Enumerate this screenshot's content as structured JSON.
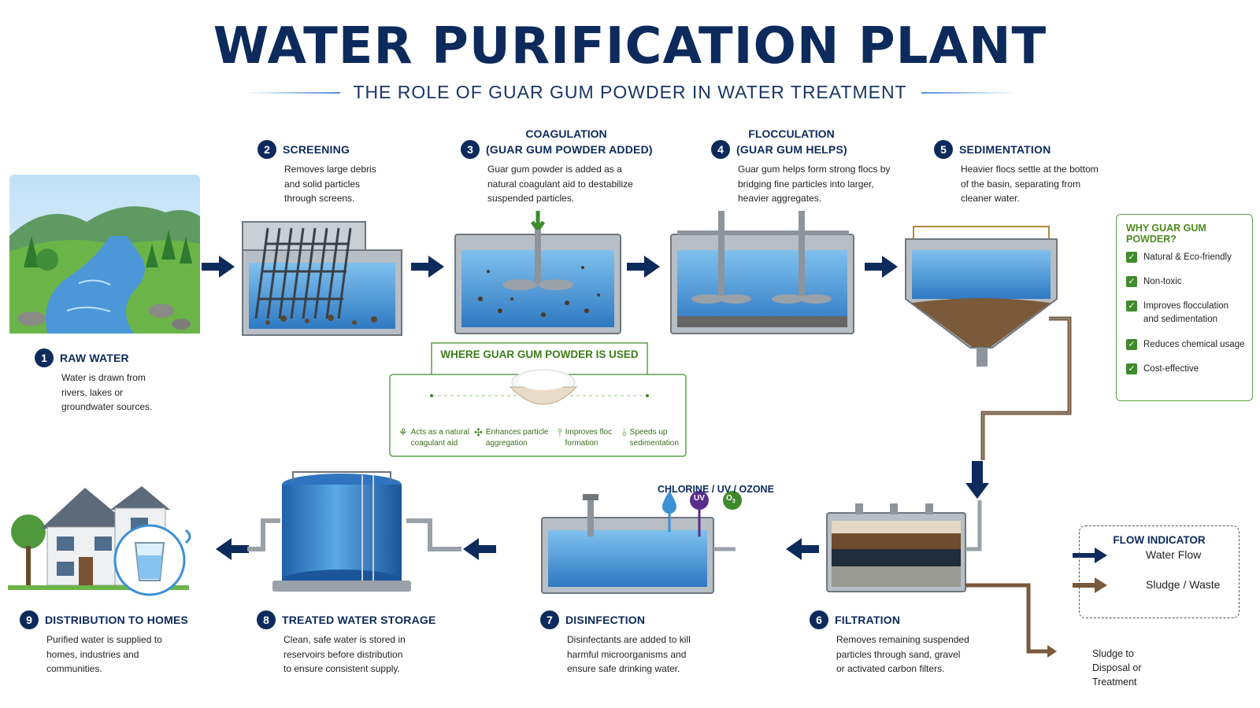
{
  "title": "WATER PURIFICATION PLANT",
  "subtitle": "THE ROLE OF GUAR GUM POWDER IN WATER TREATMENT",
  "steps": [
    {
      "num": "1",
      "title": "RAW WATER",
      "desc": [
        "Water is drawn from",
        "rivers, lakes or",
        "groundwater sources."
      ]
    },
    {
      "num": "2",
      "title": "SCREENING",
      "desc": [
        "Removes large debris",
        "and solid particles",
        "through screens."
      ]
    },
    {
      "num": "3",
      "title_top": "COAGULATION",
      "title": "(GUAR GUM POWDER ADDED)",
      "desc": [
        "Guar gum powder is added as a",
        "natural coagulant aid to destabilize",
        "suspended particles."
      ]
    },
    {
      "num": "4",
      "title_top": "FLOCCULATION",
      "title": "(GUAR GUM HELPS)",
      "desc": [
        "Guar gum helps form strong flocs by",
        "bridging fine particles into larger,",
        "heavier aggregates."
      ]
    },
    {
      "num": "5",
      "title": "SEDIMENTATION",
      "desc": [
        "Heavier flocs settle at the bottom",
        "of the basin, separating from",
        "cleaner water."
      ]
    },
    {
      "num": "6",
      "title": "FILTRATION",
      "desc": [
        "Removes remaining suspended",
        "particles through sand, gravel",
        "or activated carbon filters."
      ]
    },
    {
      "num": "7",
      "title": "DISINFECTION",
      "desc": [
        "Disinfectants are added to kill",
        "harmful microorganisms and",
        "ensure safe drinking water."
      ]
    },
    {
      "num": "8",
      "title": "TREATED WATER STORAGE",
      "desc": [
        "Clean, safe water is stored in",
        "reservoirs before distribution",
        "to ensure consistent supply."
      ]
    },
    {
      "num": "9",
      "title": "DISTRIBUTION TO HOMES",
      "desc": [
        "Purified water is supplied to",
        "homes, industries and",
        "communities."
      ]
    }
  ],
  "why": {
    "title": "WHY GUAR GUM POWDER?",
    "items": [
      "Natural & Eco-friendly",
      "Non-toxic",
      "Improves flocculation",
      "and sedimentation",
      "Reduces chemical usage",
      "Cost-effective"
    ]
  },
  "gum_box": {
    "title": "WHERE GUAR GUM POWDER IS USED",
    "items": [
      {
        "line1": "Acts as a natural",
        "line2": "coagulant aid"
      },
      {
        "line1": "Enhances particle",
        "line2": "aggregation"
      },
      {
        "line1": "Improves floc",
        "line2": "formation"
      },
      {
        "line1": "Speeds up",
        "line2": "sedimentation"
      }
    ]
  },
  "disinfect_label": "CHLORINE / UV / OZONE",
  "disinfect_icons": [
    "UV",
    "O",
    "3"
  ],
  "flow": {
    "title": "FLOW INDICATOR",
    "water": "Water Flow",
    "sludge": "Sludge / Waste"
  },
  "sludge_note": [
    "Sludge to",
    "Disposal or",
    "Treatment"
  ],
  "colors": {
    "navy": "#0d2a5c",
    "water": "#3d8fd6",
    "green": "#3f8a2a",
    "sludge": "#7a5a3a"
  }
}
